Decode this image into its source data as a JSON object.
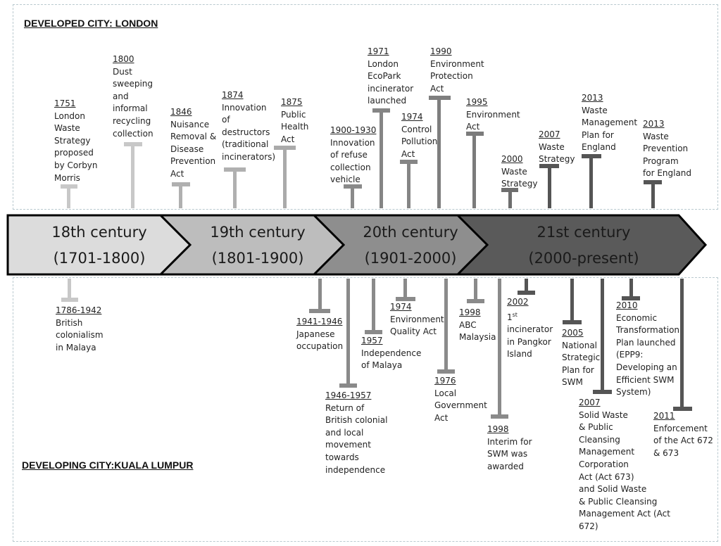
{
  "london": {
    "title": "DEVELOPED CITY: LONDON",
    "events": [
      {
        "year": "1751",
        "text": "London\nWaste\nStrategy\nproposed\nby Corbyn\nMorris"
      },
      {
        "year": "1800",
        "text": "Dust\nsweeping\nand\ninformal\nrecycling\ncollection"
      },
      {
        "year": "1846",
        "text": "Nuisance\nRemoval &\nDisease\nPrevention\nAct"
      },
      {
        "year": "1874",
        "text": "Innovation\nof\ndestructors\n(traditional\nincinerators)"
      },
      {
        "year": "1875",
        "text": "Public\nHealth\nAct"
      },
      {
        "year": "1900-1930",
        "text": "Innovation\nof refuse\ncollection\nvehicle"
      },
      {
        "year": "1971",
        "text": "London\nEcoPark\nincinerator\nlaunched"
      },
      {
        "year": "1974",
        "text": "Control\nPollution\nAct"
      },
      {
        "year": "1990",
        "text": "Environment\nProtection\nAct"
      },
      {
        "year": "1995",
        "text": "Environment\nAct"
      },
      {
        "year": "2000",
        "text": "Waste\nStrategy"
      },
      {
        "year": "2007",
        "text": "Waste\nStrategy"
      },
      {
        "year": "2013",
        "text": "Waste\nManagement\nPlan for\nEngland"
      },
      {
        "year": "2013",
        "text": "Waste\nPrevention\nProgram\nfor England"
      }
    ]
  },
  "eras": [
    {
      "name": "18th century",
      "range": "(1701-1800)"
    },
    {
      "name": "19th century",
      "range": "(1801-1900)"
    },
    {
      "name": "20th century",
      "range": "(1901-2000)"
    },
    {
      "name": "21st century",
      "range": "(2000-present)"
    }
  ],
  "kl": {
    "title": "DEVELOPING CITY:KUALA LUMPUR",
    "events": [
      {
        "year": "1786-1942",
        "text": "British\ncolonialism\nin Malaya"
      },
      {
        "year": "1941-1946",
        "text": "Japanese\noccupation"
      },
      {
        "year": "1946-1957",
        "text": "Return of\nBritish colonial\nand local\nmovement\ntowards\nindependence"
      },
      {
        "year": "1957",
        "text": "Independence of Malaya"
      },
      {
        "year": "1974",
        "text": "Environment\nQuality Act"
      },
      {
        "year": "1976",
        "text": "Local\nGovernment\nAct"
      },
      {
        "year": "1998",
        "text": "ABC\nMalaysia"
      },
      {
        "year": "1998",
        "text": "Interim for\nSWM was\nawarded"
      },
      {
        "year": "2002",
        "text": "incinerator\nin Pangkor\nIsland",
        "prefix": "1",
        "sup": "st"
      },
      {
        "year": "2005",
        "text": "National\nStrategic\nPlan for\nSWM"
      },
      {
        "year": "2007",
        "text": "Solid Waste\n & Public\nCleansing\nManagement\nCorporation\nAct (Act 673)\nand Solid Waste\n& Public Cleansing\nManagement Act (Act\n672)"
      },
      {
        "year": "2010",
        "text": "Economic\nTransformation\nPlan launched\n(EPP9:\nDeveloping an\nEfficient SWM\nSystem)"
      },
      {
        "year": "2011",
        "text": "Enforcement\nof the Act 672\n& 673"
      }
    ]
  },
  "colors": {
    "era1": "#dcdcdc",
    "era2": "#bdbdbd",
    "era3": "#8e8e8e",
    "era4": "#5a5a5a",
    "era_text_light": "#1a1a1a",
    "era_text_dark": "#151515",
    "outline": "#000000"
  }
}
